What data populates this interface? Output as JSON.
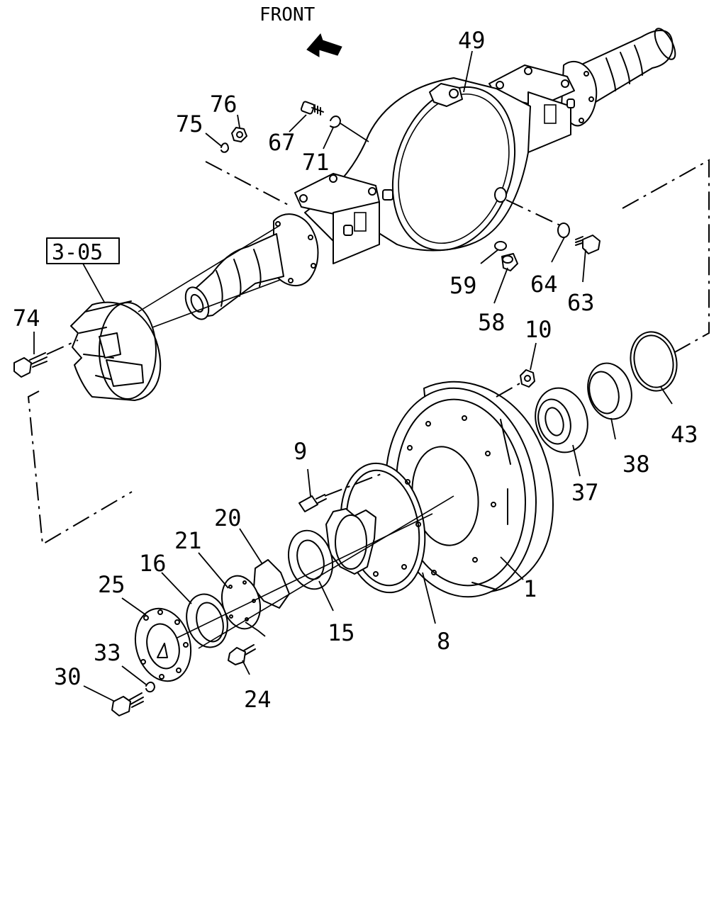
{
  "header": {
    "front_label": "FRONT"
  },
  "reference_box": {
    "label": "3-05"
  },
  "parts": {
    "p1": "1",
    "p8": "8",
    "p9": "9",
    "p10": "10",
    "p15": "15",
    "p16": "16",
    "p20": "20",
    "p21": "21",
    "p24": "24",
    "p25": "25",
    "p30": "30",
    "p33": "33",
    "p37": "37",
    "p38": "38",
    "p43": "43",
    "p49": "49",
    "p58": "58",
    "p59": "59",
    "p63": "63",
    "p64": "64",
    "p67": "67",
    "p71": "71",
    "p74": "74",
    "p75": "75",
    "p76": "76"
  }
}
